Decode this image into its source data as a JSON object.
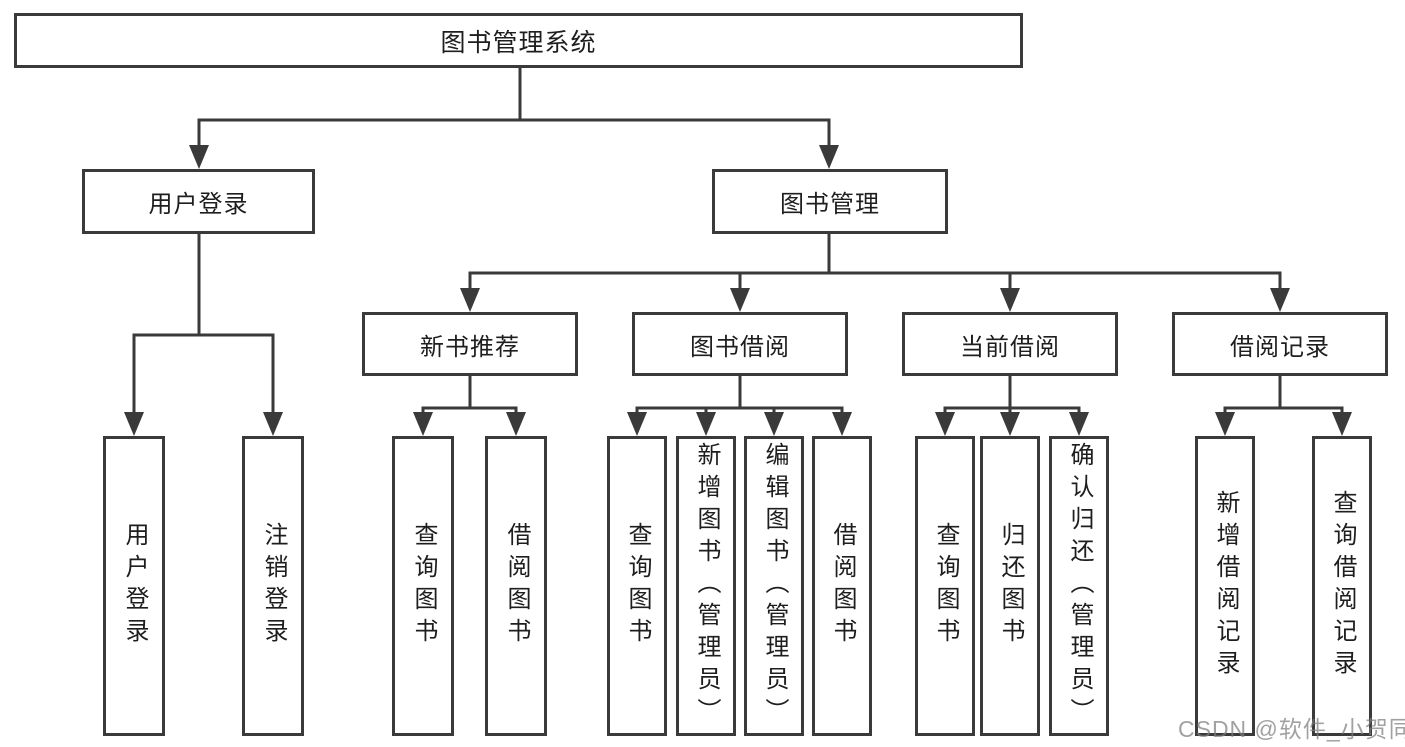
{
  "diagram": {
    "root": "图书管理系统",
    "branches": [
      {
        "label": "用户登录",
        "leaves": [
          "用户登录",
          "注销登录"
        ]
      },
      {
        "label": "图书管理",
        "sections": [
          {
            "label": "新书推荐",
            "leaves": [
              "查询图书",
              "借阅图书"
            ]
          },
          {
            "label": "图书借阅",
            "leaves": [
              "查询图书",
              "新增图书（管理员）",
              "编辑图书（管理员）",
              "借阅图书"
            ]
          },
          {
            "label": "当前借阅",
            "leaves": [
              "查询图书",
              "归还图书",
              "确认归还（管理员）"
            ]
          },
          {
            "label": "借阅记录",
            "leaves": [
              "新增借阅记录",
              "查询借阅记录"
            ]
          }
        ]
      }
    ]
  },
  "watermark": "CSDN @软件_小贺同学",
  "colors": {
    "line": "#3a3a3a",
    "text": "#1e1e1e",
    "background": "#ffffff",
    "watermark": "#b0b0b0"
  }
}
